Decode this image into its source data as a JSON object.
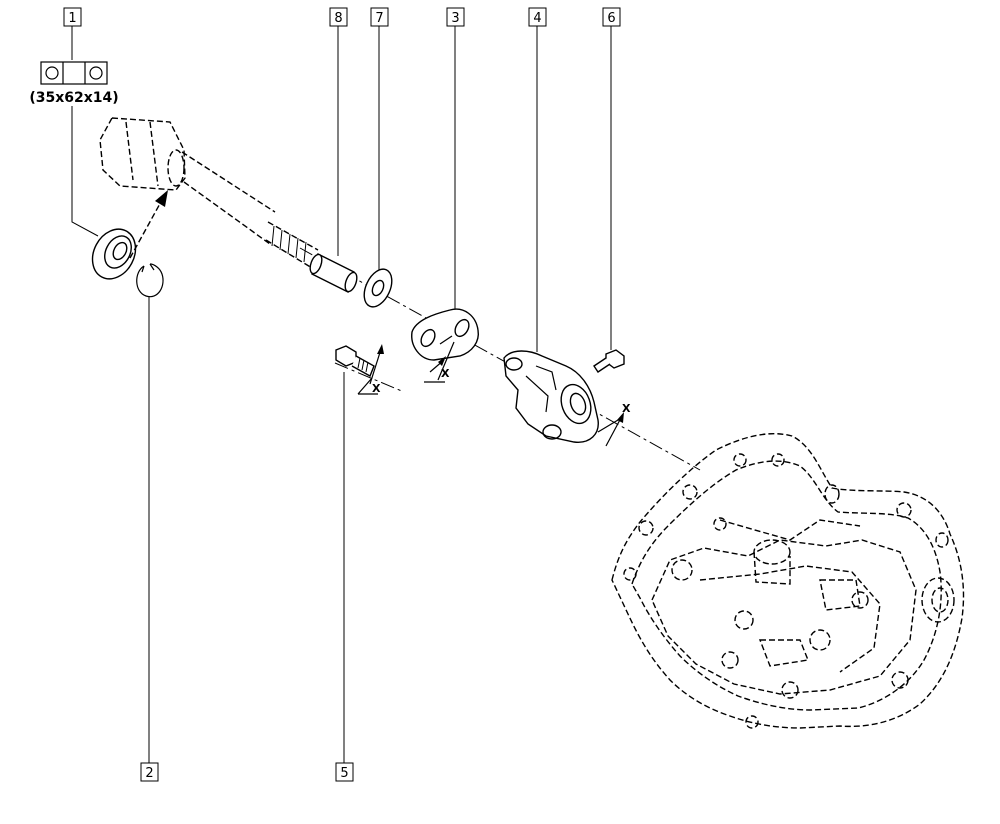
{
  "callouts": [
    {
      "id": "1",
      "text": "1"
    },
    {
      "id": "8",
      "text": "8"
    },
    {
      "id": "7",
      "text": "7"
    },
    {
      "id": "3",
      "text": "3"
    },
    {
      "id": "4",
      "text": "4"
    },
    {
      "id": "6",
      "text": "6"
    },
    {
      "id": "2",
      "text": "2"
    },
    {
      "id": "5",
      "text": "5"
    }
  ],
  "bearing_spec": "(35x62x14)",
  "x_marks": [
    "X",
    "X",
    "X"
  ]
}
